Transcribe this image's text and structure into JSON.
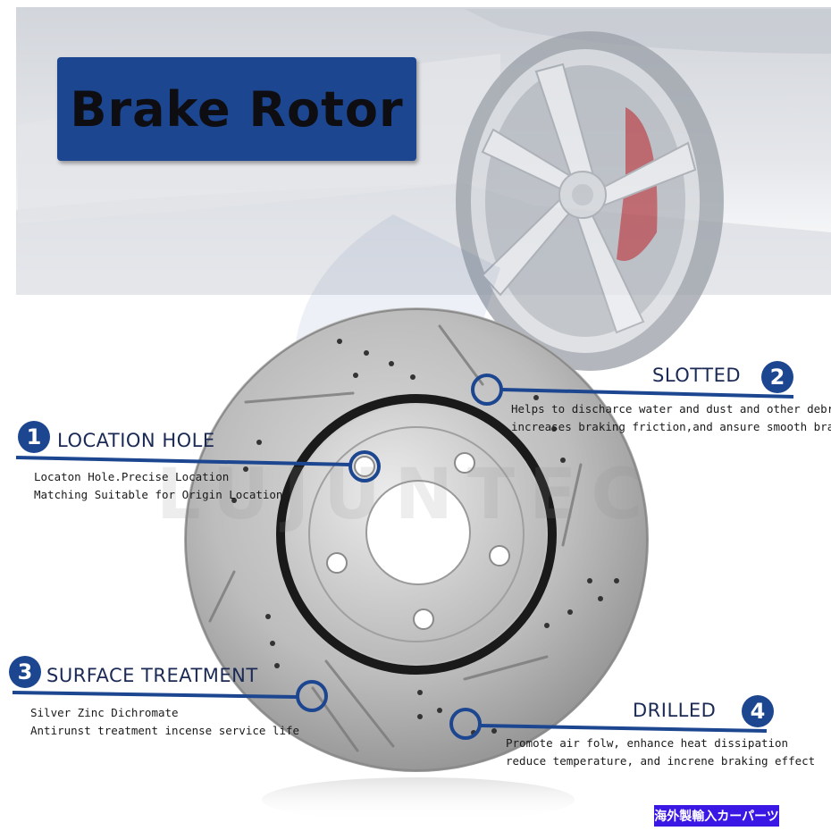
{
  "title": "Brake Rotor",
  "callouts": {
    "location_hole": {
      "number": "1",
      "title": "LOCATION HOLE",
      "desc": [
        "Locaton Hole.Precise Location",
        "Matching Suitable for Origin Location"
      ]
    },
    "slotted": {
      "number": "2",
      "title": "SLOTTED",
      "desc": [
        "Helps to discharce water and dust and other debris,",
        "increases braking friction,and ansure smooth braking"
      ]
    },
    "surface_treatment": {
      "number": "3",
      "title": "SURFACE TREATMENT",
      "desc": [
        "Silver Zinc Dichromate",
        "Antirunst treatment incense service life"
      ]
    },
    "drilled": {
      "number": "4",
      "title": "DRILLED",
      "desc": [
        "Promote air folw, enhance heat dissipation",
        "reduce temperature, and increne braking effect"
      ]
    }
  },
  "watermark": "LUJUNTEC",
  "badge": "海外製輸入カーパーツ",
  "colors": {
    "brand_blue": "#1d4690",
    "badge_purple": "#3b17e6"
  }
}
